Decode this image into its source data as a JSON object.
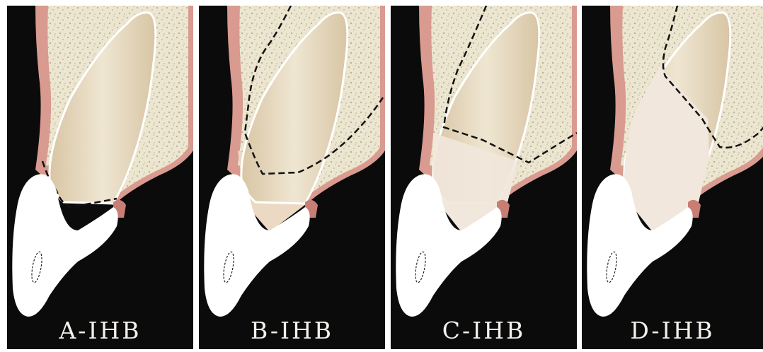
{
  "panels": [
    {
      "label": "A-IHB",
      "stage": "A"
    },
    {
      "label": "B-IHB",
      "stage": "B"
    },
    {
      "label": "C-IHB",
      "stage": "C"
    },
    {
      "label": "D-IHB",
      "stage": "D"
    }
  ],
  "colors": {
    "background": "#0b0b0c",
    "gingiva": "#d99a90",
    "bone": "#ece5cf",
    "bone_speckle": "#b8b29a",
    "root": "#e7dbc4",
    "healed_area": "#f1e7dc",
    "crown": "#ffffff",
    "label": "#f4f1ec"
  }
}
